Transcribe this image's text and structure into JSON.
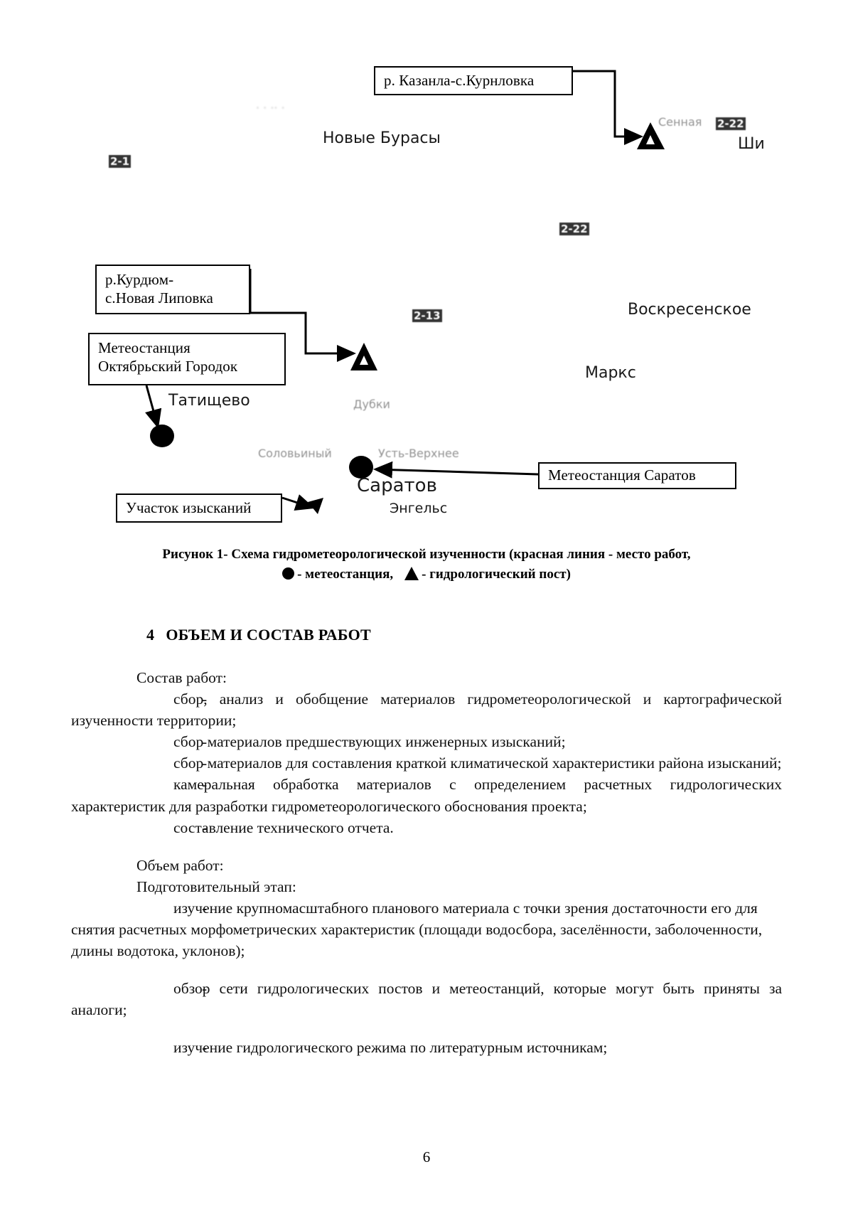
{
  "figure": {
    "callouts": [
      {
        "id": "kazanla",
        "text": "р. Казанла-с.Курнловка"
      },
      {
        "id": "kurdyum",
        "line1": "р.Курдюм-",
        "line2": "с.Новая Липовка"
      },
      {
        "id": "meteo_ok",
        "line1": "Метеостанция",
        "line2": "Октябрьский Городок"
      },
      {
        "id": "meteo_sar",
        "text": "Метеостанция Саратов"
      },
      {
        "id": "uchastok",
        "text": "Участок изысканий"
      }
    ],
    "places": [
      {
        "id": "novye_burasy",
        "label": "Новые Бурасы"
      },
      {
        "id": "shi",
        "label": "Ши"
      },
      {
        "id": "voskresenskoe",
        "label": "Воскресенское"
      },
      {
        "id": "marks",
        "label": "Маркс"
      },
      {
        "id": "tatischevo",
        "label": "Татищево"
      },
      {
        "id": "saratov",
        "label": "Саратов"
      },
      {
        "id": "engels",
        "label": "Энгельс"
      },
      {
        "id": "dubki",
        "label": "Дубки"
      },
      {
        "id": "solovyiny",
        "label": "Соловьиный"
      },
      {
        "id": "ust_verhnee",
        "label": "Усть-Верхнее"
      },
      {
        "id": "sennaya",
        "label": "Сенная"
      }
    ],
    "caption": {
      "line1": "Рисунок 1- Схема гидрометеорологической изученности (красная линия - место работ,",
      "legend_dot_label": "- метеостанция,",
      "legend_tri_label": "- гидрологический пост)"
    }
  },
  "section": {
    "number": "4",
    "title": "ОБЪЕМ И СОСТАВ РАБОТ"
  },
  "content": {
    "sostav_label": "Состав работ:",
    "sostav_items": [
      "сбор, анализ и обобщение материалов гидрометеорологической и картографической изученности территории;",
      "сбор материалов предшествующих инженерных изысканий;",
      "сбор материалов для составления краткой климатической характеристики района изысканий;",
      "камеральная обработка материалов с определением расчетных гидрологических характеристик для разработки гидрометеорологического обоснования проекта;",
      "составление технического отчета."
    ],
    "obem_label": "Объем работ:",
    "podgot_label": "Подготовительный этап:",
    "podgot_items": [
      "изучение крупномасштабного планового материала с точки зрения достаточности его для снятия расчетных морфометрических характеристик (площади водосбора, заселённости, заболоченности, длины водотока, уклонов);",
      "обзор сети гидрологических постов и метеостанций, которые могут быть приняты за аналоги;",
      "изучение гидрологического режима по литературным источникам;"
    ]
  },
  "page_number": "6"
}
